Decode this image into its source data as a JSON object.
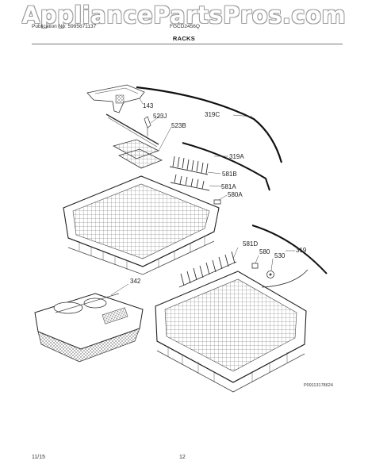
{
  "watermark": "AppliancePartsPros.com",
  "header": {
    "publication": "Publication No: 5995671137",
    "model": "FGCD2456Q",
    "section": "RACKS"
  },
  "parts": [
    {
      "id": "143",
      "label": "143"
    },
    {
      "id": "319C",
      "label": "319C"
    },
    {
      "id": "523J",
      "label": "523J"
    },
    {
      "id": "523B",
      "label": "523B"
    },
    {
      "id": "319A",
      "label": "319A"
    },
    {
      "id": "581B",
      "label": "581B"
    },
    {
      "id": "581A",
      "label": "581A"
    },
    {
      "id": "580A",
      "label": "580A"
    },
    {
      "id": "581D",
      "label": "581D"
    },
    {
      "id": "319",
      "label": "319"
    },
    {
      "id": "580",
      "label": "580"
    },
    {
      "id": "530",
      "label": "530"
    },
    {
      "id": "342",
      "label": "342"
    }
  ],
  "figure_id": "P09113178624",
  "footer": {
    "date": "11/15",
    "page": "12"
  }
}
